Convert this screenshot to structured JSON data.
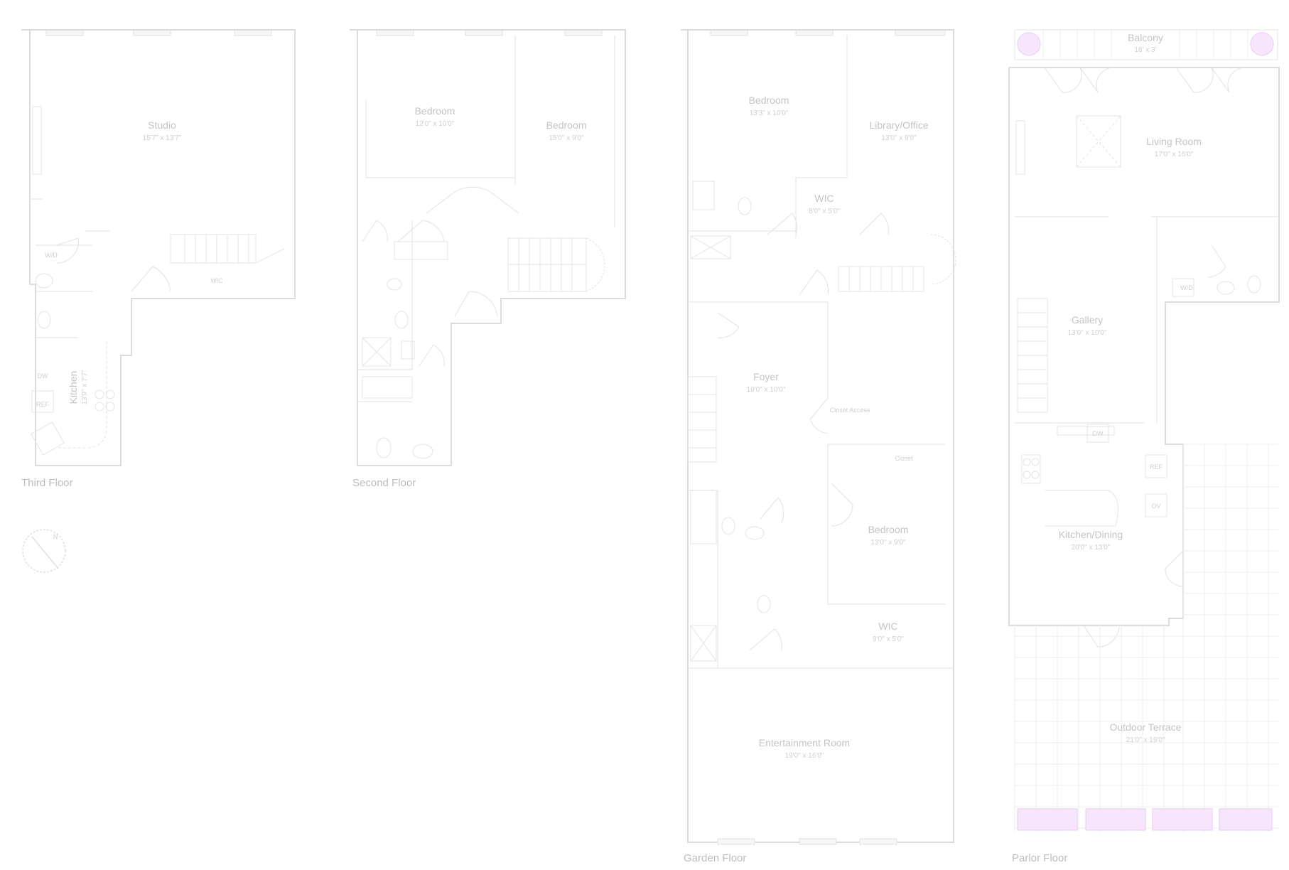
{
  "floors": [
    {
      "label": "Third Floor",
      "rooms": [
        {
          "name": "Studio",
          "dims": "15'7\" x 13'7\""
        },
        {
          "name": "Kitchen",
          "dims": "13'9\" x 7'7\""
        }
      ],
      "fixture_labels": {
        "wd": "W/D",
        "dw": "DW",
        "ref": "REF",
        "wic": "WIC"
      }
    },
    {
      "label": "Second Floor",
      "rooms": [
        {
          "name": "Bedroom",
          "dims": "12'0\" x 10'0\""
        },
        {
          "name": "Bedroom",
          "dims": "15'0\" x 9'0\""
        }
      ]
    },
    {
      "label": "Garden Floor",
      "rooms": [
        {
          "name": "Bedroom",
          "dims": "13'3\" x 10'0\""
        },
        {
          "name": "Library/Office",
          "dims": "13'0\" x 9'0\""
        },
        {
          "name": "WIC",
          "dims": "8'0\" x 5'0\""
        },
        {
          "name": "Foyer",
          "dims": "19'0\" x 10'0\""
        },
        {
          "name": "Bedroom",
          "dims": "13'0\" x 9'0\""
        },
        {
          "name": "WIC",
          "dims": "9'0\" x 5'0\""
        },
        {
          "name": "Entertainment Room",
          "dims": "19'0\" x 16'0\""
        }
      ],
      "closet_labels": {
        "closet": "Closet",
        "closet_access": "Closet Access"
      }
    },
    {
      "label": "Parlor Floor",
      "rooms": [
        {
          "name": "Balcony",
          "dims": "18' x 3'"
        },
        {
          "name": "Living Room",
          "dims": "17'0\" x 16'0\""
        },
        {
          "name": "Gallery",
          "dims": "13'0\" x 10'0\""
        },
        {
          "name": "Kitchen/Dining",
          "dims": "20'0\" x 13'0\""
        },
        {
          "name": "Outdoor Terrace",
          "dims": "21'0\" x 19'0\""
        }
      ],
      "fixture_labels": {
        "wd": "W/D",
        "dw": "DW",
        "ref": "REF",
        "ov": "OV"
      }
    }
  ],
  "compass": {
    "label": "N"
  },
  "colors": {
    "walls": "#dcdcdc",
    "text": "#c4c4c4",
    "flowers": "#e9c9f3"
  }
}
